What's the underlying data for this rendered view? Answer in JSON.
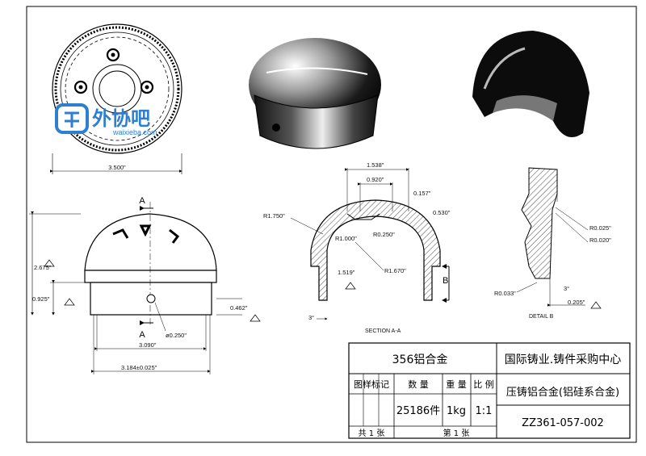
{
  "top_view": {
    "dim_diameter": "3.500\""
  },
  "front_view": {
    "section_label_top": "A",
    "section_label_bottom": "A",
    "dim_height": "2.675\"",
    "dim_lower_height": "0.925\"",
    "dim_hole": "ø0.250\"",
    "dim_lip": "0.462\"",
    "dim_inner_dia": "3.090\"",
    "dim_outer_dia": "3.184±0.025\""
  },
  "section_view": {
    "dim_width_top": "1.538\"",
    "dim_width_inner": "0.920\"",
    "dim_top_offset": "0.157\"",
    "dim_step": "0.530\"",
    "dim_r_outer": "R1.750\"",
    "dim_r_inner": "R1.000\"",
    "dim_r_small": "R0.250\"",
    "dim_r_mid": "R1.670\"",
    "dim_height": "1.519\"",
    "dim_angle": "3°",
    "detail_marker": "B",
    "caption": "SECTION A-A"
  },
  "detail_view": {
    "r1": "R0.025\"",
    "r2": "R0.020\"",
    "r3": "R0.033\"",
    "angle": "3°",
    "width": "0.205\"",
    "caption": "DETAIL  B"
  },
  "logo": {
    "cn": "外协吧",
    "en": "waixieba.com"
  },
  "title_block": {
    "material": "356铝合金",
    "company": "国际铸业.铸件采购中心",
    "hdr_mark": "图样标记",
    "hdr_qty": "数  量",
    "hdr_weight": "重  量",
    "hdr_scale": "比 例",
    "qty": "25186件",
    "weight": "1kg",
    "scale": "1:1",
    "process": "压铸铝合金(铝硅系合金)",
    "drawing_no": "ZZ361-057-002",
    "sheets_total": "共  1  张",
    "sheet_no": "第  1  张"
  }
}
